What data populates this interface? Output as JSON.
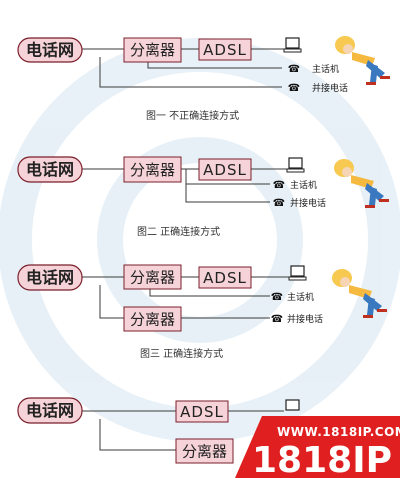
{
  "diagrams": [
    {
      "network": "电话网",
      "splitter": "分离器",
      "modem": "ADSL",
      "phones": [
        "主话机",
        "并接电话"
      ],
      "caption": "图一  不正确连接方式"
    },
    {
      "network": "电话网",
      "splitter": "分离器",
      "modem": "ADSL",
      "phones": [
        "主话机",
        "并接电话"
      ],
      "caption": "图二  正确连接方式"
    },
    {
      "network": "电话网",
      "splitter": "分离器",
      "splitter2": "分离器",
      "modem": "ADSL",
      "phones": [
        "主话机",
        "并接电话"
      ],
      "caption": "图三  正确连接方式"
    },
    {
      "network": "电话网",
      "splitter2": "分离器",
      "modem": "ADSL"
    }
  ],
  "watermark": {
    "url": "WWW.1818IP.COM",
    "brand": "1818IP",
    "color": "#e02020"
  },
  "colors": {
    "box_fill": "#f6d3d8",
    "box_border": "#7a1f2b"
  }
}
